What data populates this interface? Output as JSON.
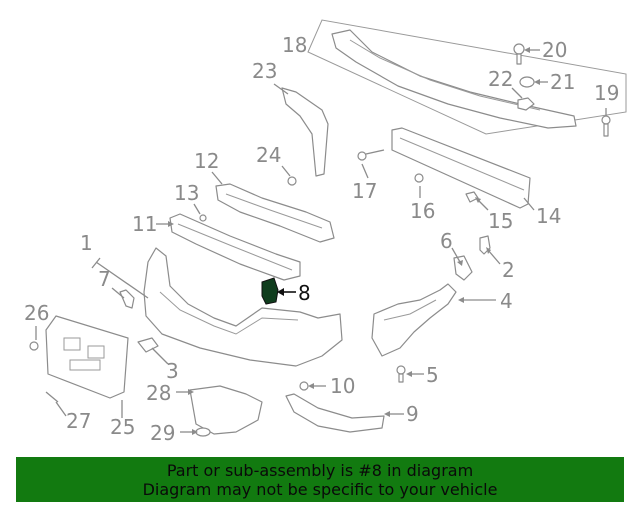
{
  "callouts": {
    "c1": "1",
    "c2": "2",
    "c3": "3",
    "c4": "4",
    "c5": "5",
    "c6": "6",
    "c7": "7",
    "c8": "8",
    "c9": "9",
    "c10": "10",
    "c11": "11",
    "c12": "12",
    "c13": "13",
    "c14": "14",
    "c15": "15",
    "c16": "16",
    "c17": "17",
    "c18": "18",
    "c19": "19",
    "c20": "20",
    "c21": "21",
    "c22": "22",
    "c23": "23",
    "c24": "24",
    "c25": "25",
    "c26": "26",
    "c27": "27",
    "c28": "28",
    "c29": "29"
  },
  "highlighted_part": "8",
  "colors": {
    "banner": "#127a10",
    "line_art": "#8c8c8c",
    "highlight": "#111111"
  },
  "banner": {
    "line1": "Part or sub-assembly is #8 in diagram",
    "line2": "Diagram may not be specific to your vehicle"
  }
}
